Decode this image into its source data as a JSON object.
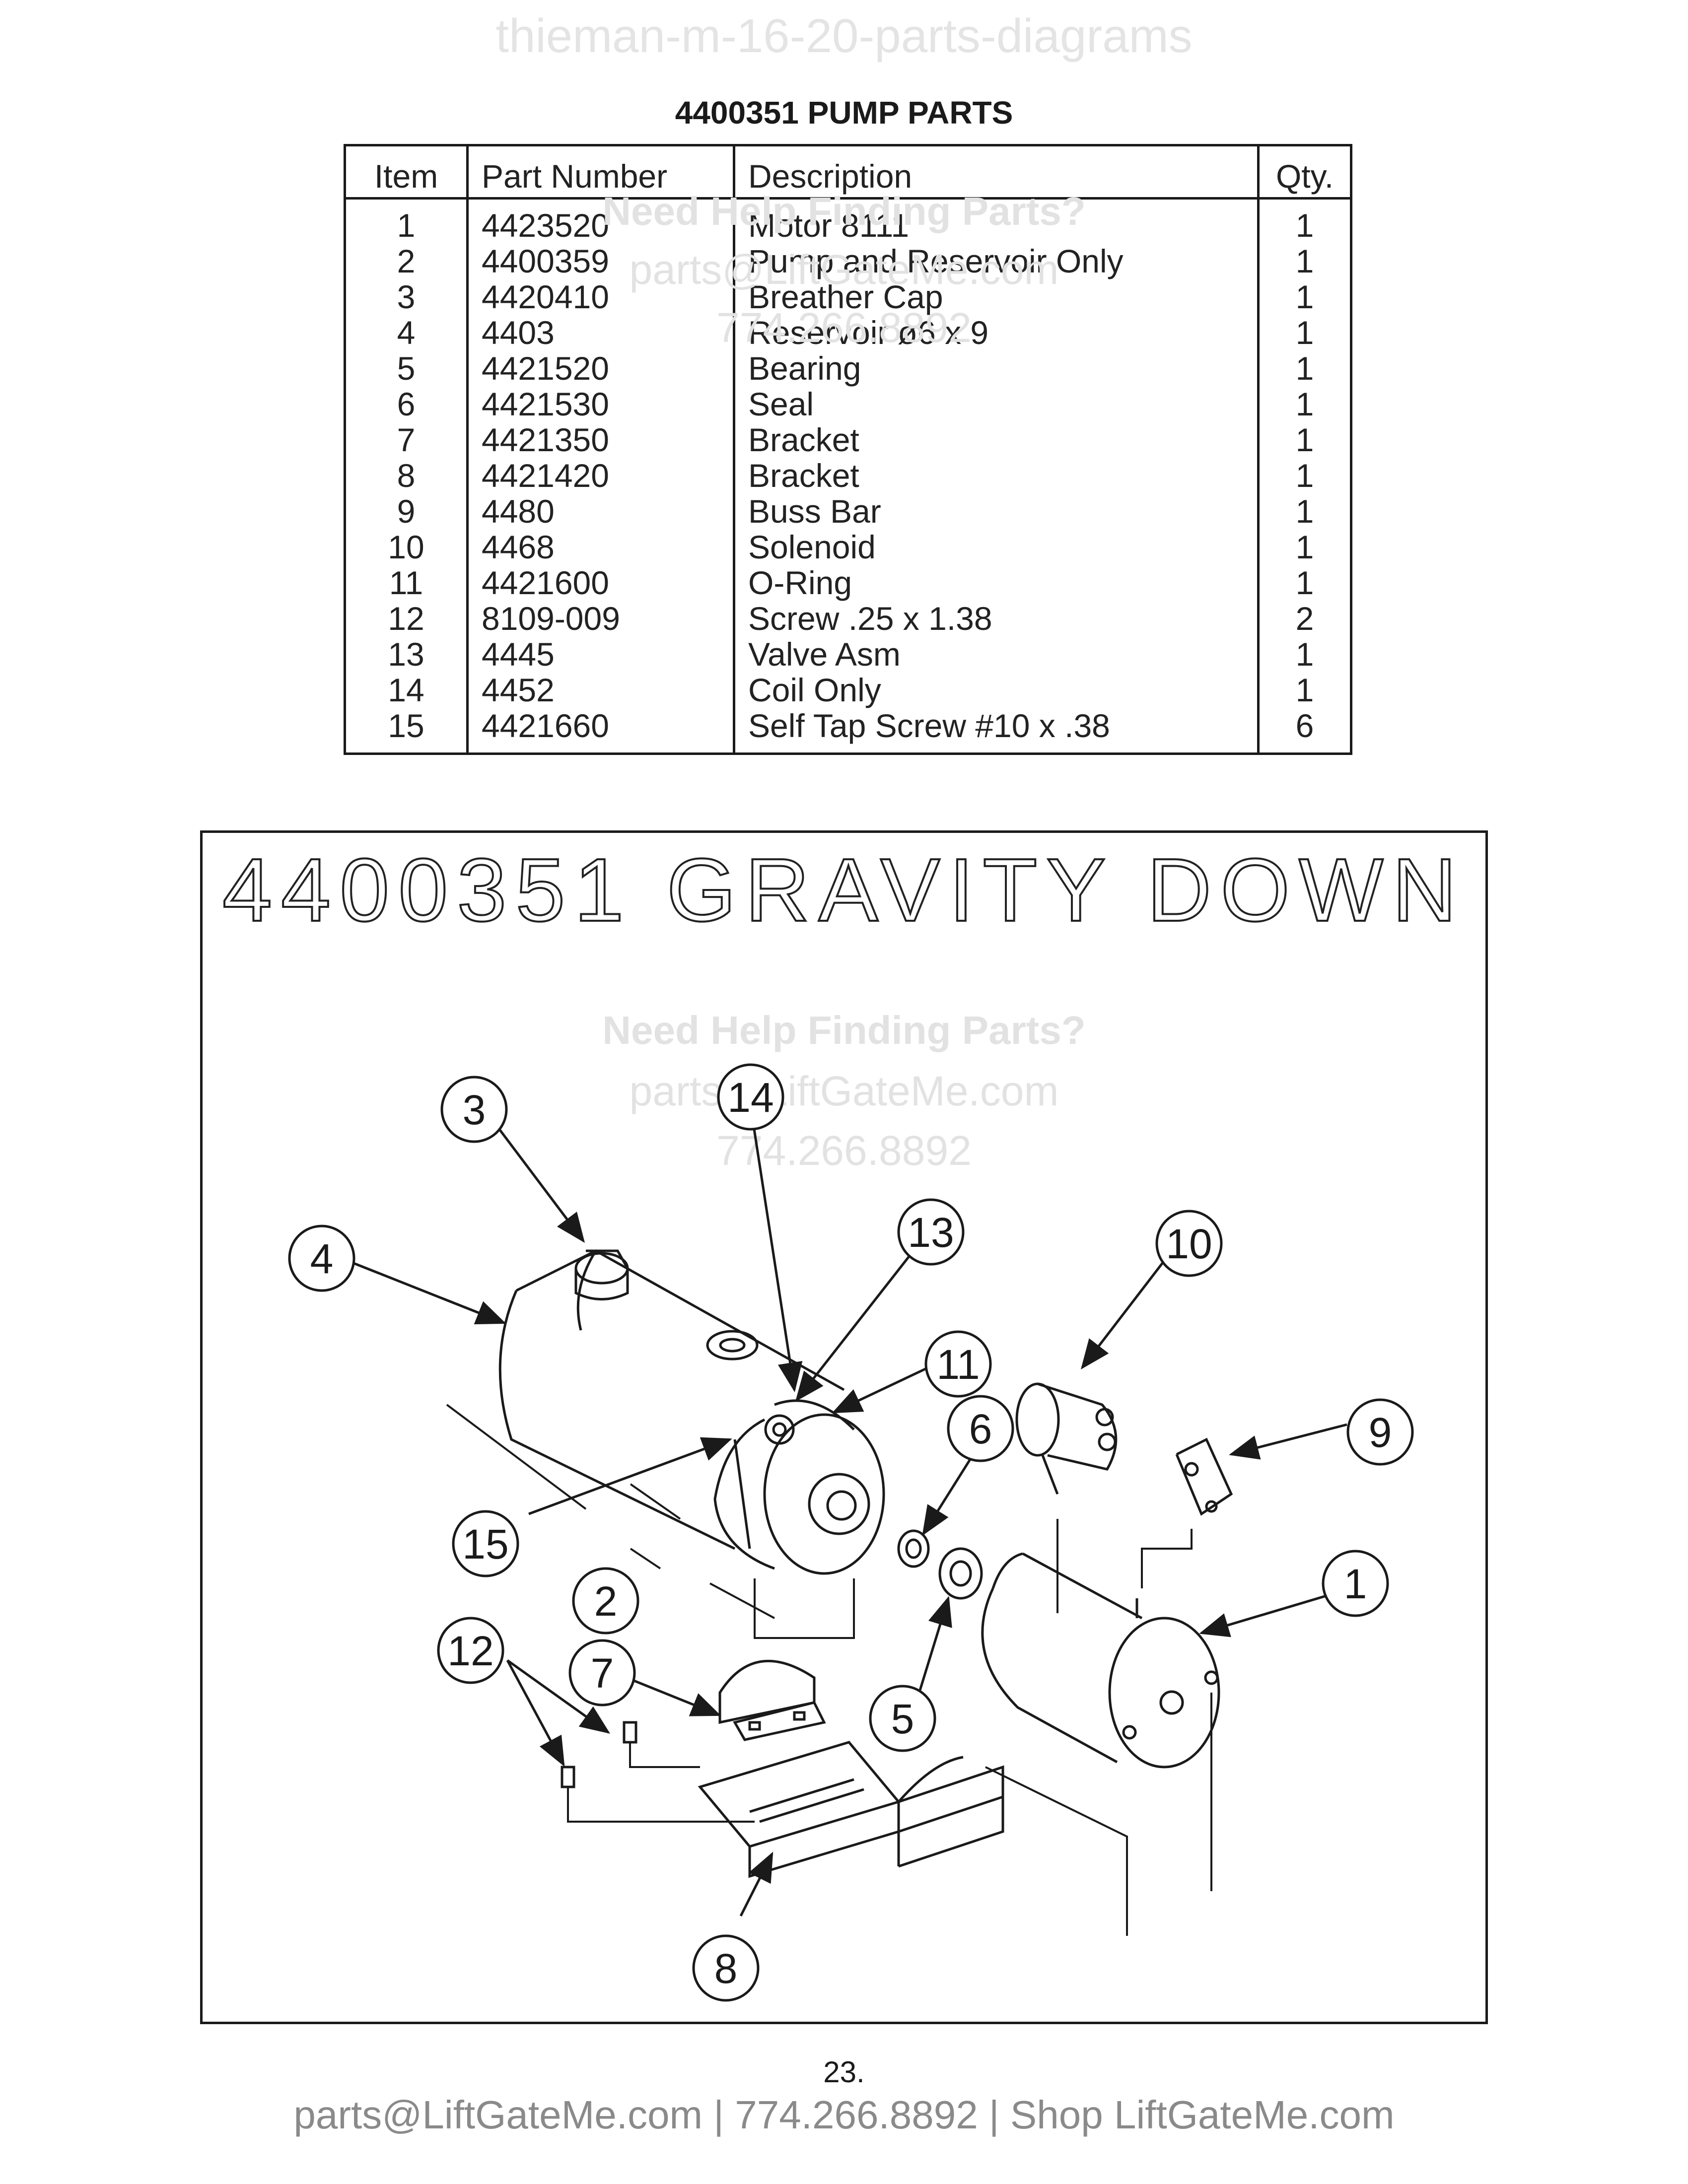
{
  "watermark_top": "thieman-m-16-20-parts-diagrams",
  "table_title": "4400351 PUMP PARTS",
  "table": {
    "headers": {
      "item": "Item",
      "part_number": "Part Number",
      "description": "Description",
      "qty": "Qty."
    },
    "rows": [
      {
        "item": "1",
        "part_number": "4423520",
        "description": "Motor 8111",
        "qty": "1"
      },
      {
        "item": "2",
        "part_number": "4400359",
        "description": "Pump and Reservoir Only",
        "qty": "1"
      },
      {
        "item": "3",
        "part_number": "4420410",
        "description": "Breather Cap",
        "qty": "1"
      },
      {
        "item": "4",
        "part_number": "4403",
        "description": "Reservoir ø6 x 9",
        "qty": "1"
      },
      {
        "item": "5",
        "part_number": "4421520",
        "description": "Bearing",
        "qty": "1"
      },
      {
        "item": "6",
        "part_number": "4421530",
        "description": "Seal",
        "qty": "1"
      },
      {
        "item": "7",
        "part_number": "4421350",
        "description": "Bracket",
        "qty": "1"
      },
      {
        "item": "8",
        "part_number": "4421420",
        "description": "Bracket",
        "qty": "1"
      },
      {
        "item": "9",
        "part_number": "4480",
        "description": "Buss Bar",
        "qty": "1"
      },
      {
        "item": "10",
        "part_number": "4468",
        "description": "Solenoid",
        "qty": "1"
      },
      {
        "item": "11",
        "part_number": "4421600",
        "description": "O-Ring",
        "qty": "1"
      },
      {
        "item": "12",
        "part_number": "8109-009",
        "description": "Screw .25 x 1.38",
        "qty": "2"
      },
      {
        "item": "13",
        "part_number": "4445",
        "description": "Valve Asm",
        "qty": "1"
      },
      {
        "item": "14",
        "part_number": "4452",
        "description": "Coil Only",
        "qty": "1"
      },
      {
        "item": "15",
        "part_number": "4421660",
        "description": "Self Tap Screw #10 x .38",
        "qty": "6"
      }
    ]
  },
  "watermark_table": {
    "line1": "Need Help Finding Parts?",
    "line2": "parts@LiftGateMe.com",
    "line3": "774.266.8892"
  },
  "diagram_title": "4400351 GRAVITY DOWN",
  "watermark_diagram": {
    "line1": "Need Help Finding Parts?",
    "line2": "parts@LiftGateMe.com",
    "line3": "774.266.8892"
  },
  "callouts": {
    "c1": "1",
    "c2": "2",
    "c3": "3",
    "c4": "4",
    "c5": "5",
    "c6": "6",
    "c7": "7",
    "c8": "8",
    "c9": "9",
    "c10": "10",
    "c11": "11",
    "c12": "12",
    "c13": "13",
    "c14": "14",
    "c15": "15"
  },
  "page_number": "23.",
  "footer": "parts@LiftGateMe.com | 774.266.8892 | Shop LiftGateMe.com"
}
